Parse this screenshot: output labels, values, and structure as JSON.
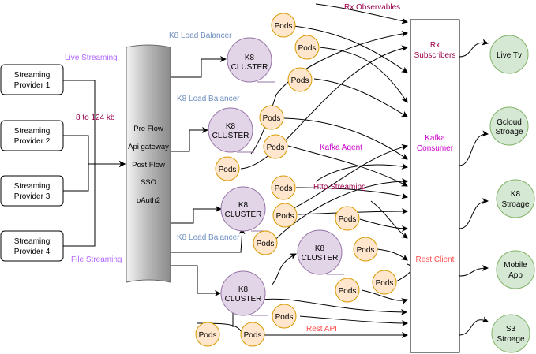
{
  "providers": [
    {
      "id": "p1",
      "label": [
        "Streaming",
        "Provider 1"
      ]
    },
    {
      "id": "p2",
      "label": [
        "Streaming",
        "Provider 2"
      ]
    },
    {
      "id": "p3",
      "label": [
        "Streaming",
        "Provider 3"
      ]
    },
    {
      "id": "p4",
      "label": [
        "Streaming",
        "Provider 4"
      ]
    }
  ],
  "gateway": {
    "lines": [
      "Pre Flow",
      "Api gateway",
      "Post Flow",
      "SSO",
      "oAuth2"
    ]
  },
  "clusters": [
    {
      "id": "c1",
      "label": [
        "K8",
        "CLUSTER"
      ]
    },
    {
      "id": "c2",
      "label": [
        "K8",
        "CLUSTER"
      ]
    },
    {
      "id": "c3",
      "label": [
        "K8",
        "CLUSTER"
      ]
    },
    {
      "id": "c4",
      "label": [
        "K8",
        "CLUSTER"
      ]
    },
    {
      "id": "c5",
      "label": [
        "K8",
        "CLUSTER"
      ]
    }
  ],
  "pods_label": "Pods",
  "pods": [
    "q1",
    "q2",
    "q3",
    "q4",
    "q5",
    "q6",
    "q7",
    "q8",
    "q9",
    "q10",
    "q11",
    "q12",
    "q13",
    "q14",
    "q15",
    "q16",
    "q17",
    "q18"
  ],
  "consumer": {
    "rx_subscribers": [
      "Rx",
      "Subscribers"
    ],
    "kafka_consumer": [
      "Kafka",
      "Consumer"
    ],
    "rest_client": "Rest Client"
  },
  "outputs": [
    {
      "id": "o1",
      "label": [
        "Live Tv"
      ]
    },
    {
      "id": "o2",
      "label": [
        "Gcloud",
        "Stroage"
      ]
    },
    {
      "id": "o3",
      "label": [
        "K8",
        "Stroage"
      ]
    },
    {
      "id": "o4",
      "label": [
        "Mobile",
        "App"
      ]
    },
    {
      "id": "o5",
      "label": [
        "S3",
        "Stroage"
      ]
    }
  ],
  "labels": {
    "live_streaming": "Live Streaming",
    "rate": "8 to 124 kb",
    "file_streaming": "File Streaming",
    "lb1": "K8 Load Balancer",
    "lb2": "K8 Load Balancer",
    "lb3": "K8 Load Balancer",
    "rx_observables": "Rx Observables",
    "kafka_agent": "Kafka Agent",
    "http_streaming": "Http Streaming",
    "rest_api": "Rest API"
  },
  "colors": {
    "pod_fill": "#ffe6cc",
    "pod_stroke": "#d79b00",
    "cluster_fill": "#e1d5e7",
    "cluster_stroke": "#9673a6",
    "output_fill": "#d5e8d4",
    "output_stroke": "#82b366",
    "lb_text": "#6c8ebf",
    "stream_text": "#b266ff",
    "rx_text": "#99004c",
    "rest_text": "#ff4d4d",
    "kafka_text": "#cc00cc"
  }
}
